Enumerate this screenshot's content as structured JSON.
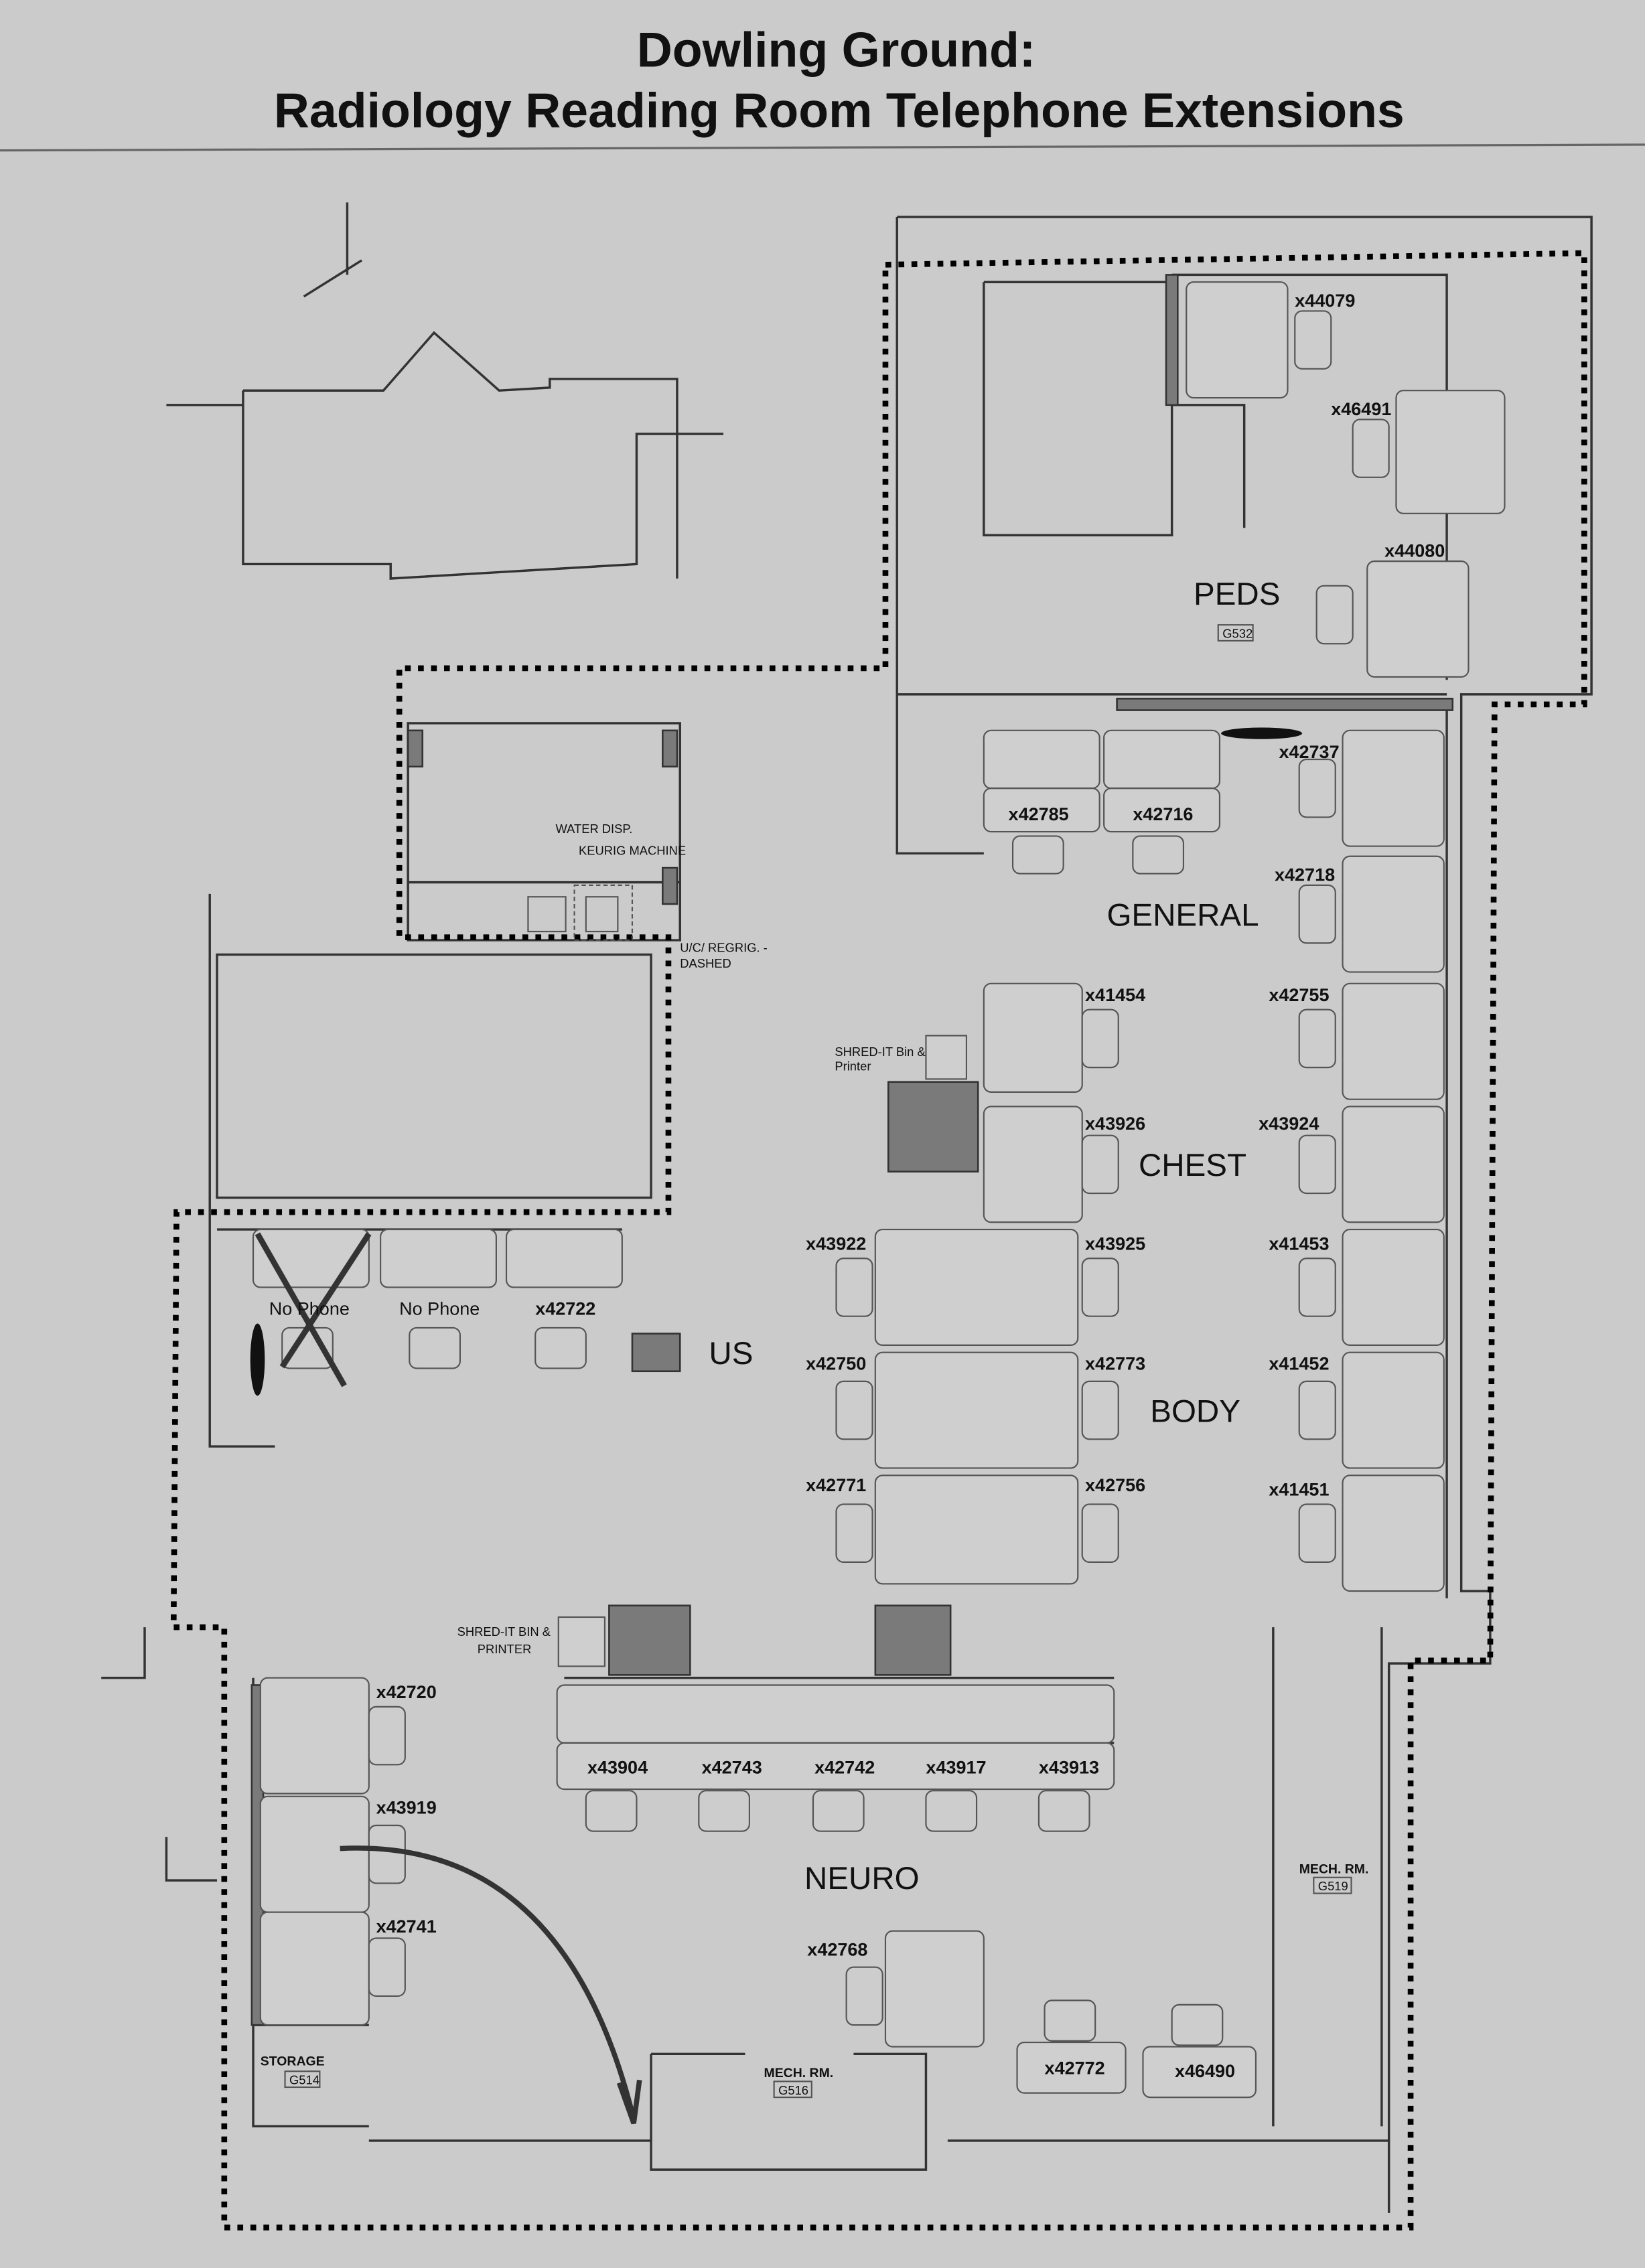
{
  "title": {
    "line1": "Dowling Ground:",
    "line2": "Radiology Reading Room Telephone Extensions"
  },
  "zones": {
    "peds": "PEDS",
    "general": "GENERAL",
    "chest": "CHEST",
    "body": "BODY",
    "us": "US",
    "neuro": "NEURO"
  },
  "rooms": {
    "peds_room": "G532",
    "mech_519_label": "MECH. RM.",
    "mech_519_num": "G519",
    "mech_516_label": "MECH. RM.",
    "mech_516_num": "G516",
    "storage_label": "STORAGE",
    "storage_num": "G514"
  },
  "annotations": {
    "water": "WATER DISP.",
    "keurig": "KEURIG MACHINE",
    "regrig_1": "U/C/ REGRIG. -",
    "regrig_2": "DASHED",
    "shred_top_1": "SHRED-IT Bin &",
    "shred_top_2": "Printer",
    "shred_bottom_1": "SHRED-IT BIN &",
    "shred_bottom_2": "PRINTER"
  },
  "extensions": {
    "peds": [
      "x44079",
      "x46491",
      "x44080"
    ],
    "general": [
      "x42737",
      "x42785",
      "x42716",
      "x42718",
      "x41454",
      "x42755"
    ],
    "chest": [
      "x43926",
      "x43924",
      "x43922",
      "x43925",
      "x41453"
    ],
    "us": [
      "No Phone",
      "No Phone",
      "x42722"
    ],
    "body": [
      "x42750",
      "x42773",
      "x41452",
      "x42771",
      "x42756",
      "x41451"
    ],
    "neuro_left": [
      "x42720",
      "x43919",
      "x42741"
    ],
    "neuro_row": [
      "x43904",
      "x42743",
      "x42742",
      "x43917",
      "x43913"
    ],
    "neuro_other": [
      "x42768",
      "x42772",
      "x46490"
    ]
  }
}
